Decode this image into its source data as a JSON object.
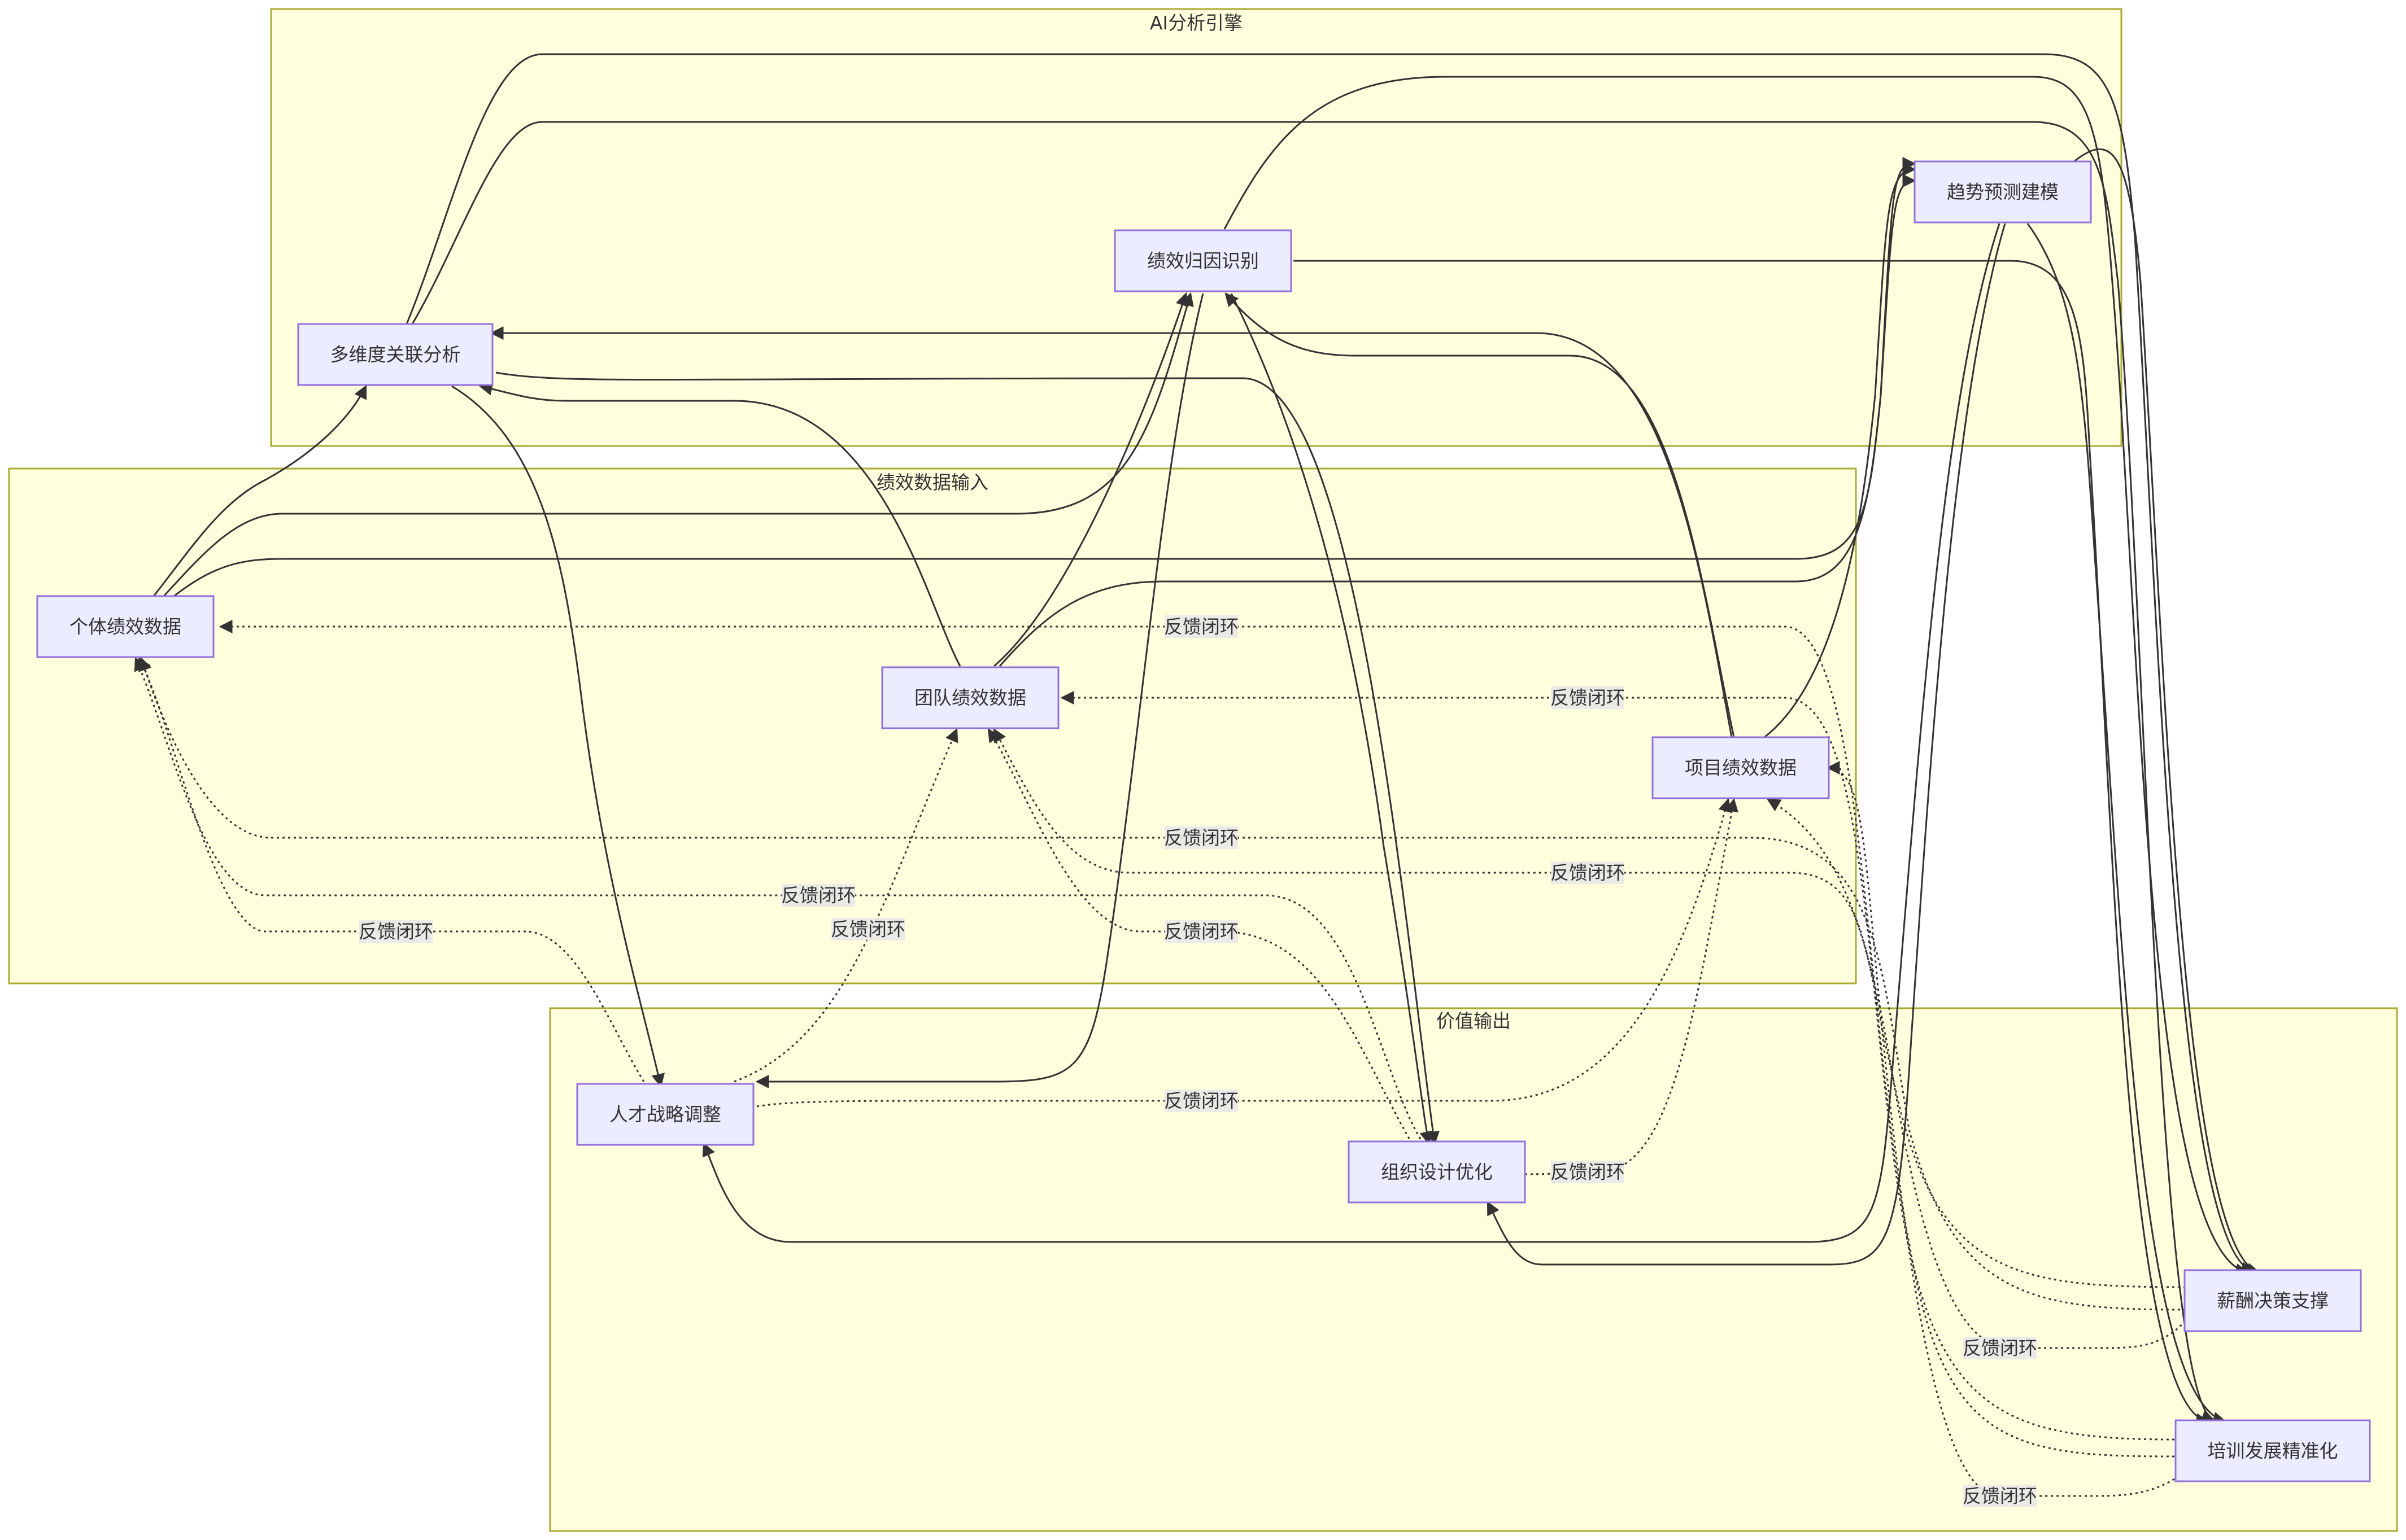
{
  "colors": {
    "cluster_fill": "#ffffde",
    "cluster_stroke": "#aaaa33",
    "node_fill": "#ececff",
    "node_stroke": "#9370db",
    "edge": "#333333",
    "label_bg": "#e8e8e8"
  },
  "clusters": {
    "ai": {
      "title": "AI分析引擎"
    },
    "input": {
      "title": "绩效数据输入"
    },
    "output": {
      "title": "价值输出"
    }
  },
  "nodes": {
    "individual": "个体绩效数据",
    "team": "团队绩效数据",
    "project": "项目绩效数据",
    "multi": "多维度关联分析",
    "attribution": "绩效归因识别",
    "trend": "趋势预测建模",
    "talent": "人才战略调整",
    "org": "组织设计优化",
    "salary": "薪酬决策支撑",
    "training": "培训发展精准化"
  },
  "edges": [
    {
      "from": "individual",
      "to": "multi",
      "style": "solid"
    },
    {
      "from": "individual",
      "to": "attribution",
      "style": "solid"
    },
    {
      "from": "individual",
      "to": "trend",
      "style": "solid"
    },
    {
      "from": "team",
      "to": "multi",
      "style": "solid"
    },
    {
      "from": "team",
      "to": "attribution",
      "style": "solid"
    },
    {
      "from": "team",
      "to": "trend",
      "style": "solid"
    },
    {
      "from": "project",
      "to": "multi",
      "style": "solid"
    },
    {
      "from": "project",
      "to": "attribution",
      "style": "solid"
    },
    {
      "from": "project",
      "to": "trend",
      "style": "solid"
    },
    {
      "from": "multi",
      "to": "talent",
      "style": "solid"
    },
    {
      "from": "multi",
      "to": "org",
      "style": "solid"
    },
    {
      "from": "multi",
      "to": "salary",
      "style": "solid"
    },
    {
      "from": "multi",
      "to": "training",
      "style": "solid"
    },
    {
      "from": "attribution",
      "to": "talent",
      "style": "solid"
    },
    {
      "from": "attribution",
      "to": "org",
      "style": "solid"
    },
    {
      "from": "attribution",
      "to": "salary",
      "style": "solid"
    },
    {
      "from": "attribution",
      "to": "training",
      "style": "solid"
    },
    {
      "from": "trend",
      "to": "talent",
      "style": "solid"
    },
    {
      "from": "trend",
      "to": "org",
      "style": "solid"
    },
    {
      "from": "trend",
      "to": "salary",
      "style": "solid"
    },
    {
      "from": "trend",
      "to": "training",
      "style": "solid"
    },
    {
      "from": "talent",
      "to": "individual",
      "style": "dotted",
      "label": "反馈闭环"
    },
    {
      "from": "talent",
      "to": "team",
      "style": "dotted",
      "label": "反馈闭环"
    },
    {
      "from": "talent",
      "to": "project",
      "style": "dotted",
      "label": "反馈闭环"
    },
    {
      "from": "org",
      "to": "individual",
      "style": "dotted",
      "label": "反馈闭环"
    },
    {
      "from": "org",
      "to": "team",
      "style": "dotted",
      "label": "反馈闭环"
    },
    {
      "from": "org",
      "to": "project",
      "style": "dotted",
      "label": "反馈闭环"
    },
    {
      "from": "salary",
      "to": "individual",
      "style": "dotted",
      "label": "反馈闭环"
    },
    {
      "from": "salary",
      "to": "team",
      "style": "dotted",
      "label": "反馈闭环"
    },
    {
      "from": "salary",
      "to": "project",
      "style": "dotted",
      "label": "反馈闭环"
    },
    {
      "from": "training",
      "to": "individual",
      "style": "dotted",
      "label": "反馈闭环"
    },
    {
      "from": "training",
      "to": "team",
      "style": "dotted",
      "label": "反馈闭环"
    },
    {
      "from": "training",
      "to": "project",
      "style": "dotted",
      "label": "反馈闭环"
    }
  ]
}
